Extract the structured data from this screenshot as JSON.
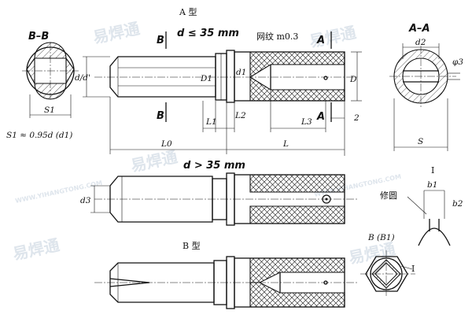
{
  "labels": {
    "type_a": "A 型",
    "type_b": "B 型",
    "sec_bb": "B–B",
    "sec_aa": "A–A",
    "b_upper": "B",
    "b_lower": "B",
    "a_upper": "A",
    "a_lower": "A",
    "cond_small": "d ≤ 35 mm",
    "cond_large": "d > 35 mm",
    "knurl": "网纹 m0.3",
    "d_dprime": "d/d'",
    "D1": "D1",
    "d1": "d1",
    "D": "D",
    "L1": "L1",
    "L2": "L2",
    "L3": "L3",
    "two": "2",
    "L0": "L0",
    "L": "L",
    "S1": "S1",
    "formula": "S1 ≈ 0.95d (d1)",
    "d2": "d2",
    "phi3": "φ3",
    "S": "S",
    "d3": "d3",
    "detail_i": "I",
    "b1": "b1",
    "b2": "b2",
    "xiuyuan": "修圆",
    "b_b1": "B (B1)",
    "detail_i2": "I"
  },
  "watermark": {
    "brand": "易焊通",
    "url": "WWW.YIHANGTONG.COM"
  },
  "colors": {
    "line": "#111111",
    "watermark": "#b8c6d6"
  }
}
